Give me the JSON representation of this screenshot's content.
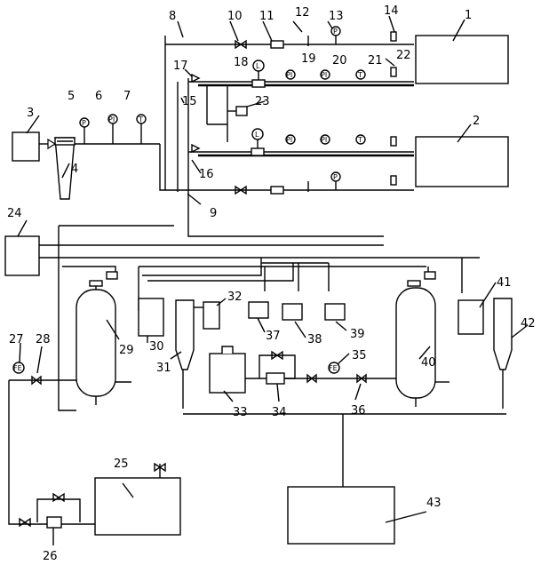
{
  "component_numbers": [
    "1",
    "2",
    "3",
    "4",
    "5",
    "6",
    "7",
    "8",
    "9",
    "10",
    "11",
    "12",
    "13",
    "14",
    "15",
    "16",
    "17",
    "18",
    "19",
    "20",
    "21",
    "22",
    "23",
    "24",
    "25",
    "26",
    "27",
    "28",
    "29",
    "30",
    "31",
    "32",
    "33",
    "34",
    "35",
    "36",
    "37",
    "38",
    "39",
    "40",
    "41",
    "42",
    "43"
  ],
  "gauge_symbols": {
    "pressure": "P",
    "pressure_indicator": "PI",
    "temperature": "T",
    "level": "L",
    "flow": "FE"
  }
}
